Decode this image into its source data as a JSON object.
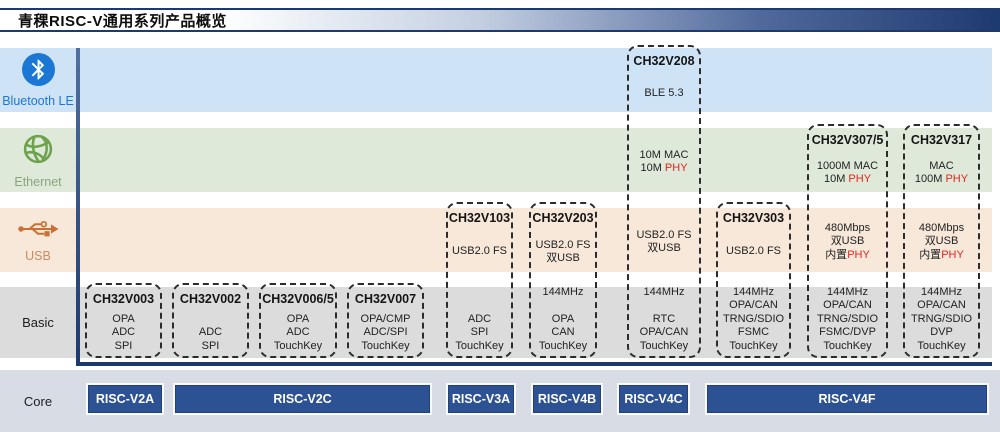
{
  "title": "青稞RISC-V通用系列产品概览",
  "colors": {
    "navy": "#1d3a6e",
    "red": "#e8241d",
    "ble_band": "#cfe3f7",
    "ble_accent": "#1b77d4",
    "eth_band": "#dfe9d9",
    "eth_icon": "#6ca24c",
    "eth_text": "#8ba47e",
    "usb_band": "#f8e8da",
    "usb_icon": "#cb6f35",
    "usb_text": "#c88d62",
    "basic_band": "#dcdcdc",
    "core_band": "#d8dce4",
    "core_bar": "#2d5293"
  },
  "rows": [
    {
      "id": "ble",
      "label": "Bluetooth LE"
    },
    {
      "id": "eth",
      "label": "Ethernet"
    },
    {
      "id": "usb",
      "label": "USB"
    },
    {
      "id": "basic",
      "label": "Basic"
    }
  ],
  "core_label": "Core",
  "columns": [
    {
      "name": "CH32V003",
      "top_band": "basic",
      "features": {
        "basic": [
          "OPA",
          "ADC",
          "SPI"
        ]
      }
    },
    {
      "name": "CH32V002",
      "top_band": "basic",
      "features": {
        "basic": [
          "ADC",
          "SPI"
        ]
      }
    },
    {
      "name": "CH32V006/5",
      "top_band": "basic",
      "features": {
        "basic": [
          "OPA",
          "ADC",
          "TouchKey"
        ]
      }
    },
    {
      "name": "CH32V007",
      "top_band": "basic",
      "features": {
        "basic": [
          "OPA/CMP",
          "ADC/SPI",
          "TouchKey"
        ]
      }
    },
    {
      "name": "CH32V103",
      "top_band": "usb",
      "features": {
        "usb": [
          "USB2.0 FS"
        ],
        "basic": [
          "ADC",
          "SPI",
          "TouchKey"
        ]
      }
    },
    {
      "name": "CH32V203",
      "top_band": "usb",
      "features": {
        "usb": [
          "USB2.0 FS",
          "双USB"
        ],
        "basic": [
          "144MHz",
          "",
          "OPA",
          "CAN",
          "TouchKey"
        ]
      }
    },
    {
      "name": "CH32V208",
      "top_band": "ble",
      "features": {
        "ble": [
          "BLE 5.3"
        ],
        "eth": [
          "10M MAC",
          {
            "pre": "10M ",
            "red": "PHY"
          }
        ],
        "usb": [
          "USB2.0 FS",
          "双USB"
        ],
        "basic": [
          "144MHz",
          "",
          "RTC",
          "OPA/CAN",
          "TouchKey"
        ]
      }
    },
    {
      "name": "CH32V303",
      "top_band": "usb",
      "features": {
        "usb": [
          "USB2.0 FS"
        ],
        "basic": [
          "144MHz",
          "OPA/CAN",
          "TRNG/SDIO",
          "FSMC",
          "TouchKey"
        ]
      }
    },
    {
      "name": "CH32V307/5",
      "top_band": "eth",
      "features": {
        "eth": [
          "1000M MAC",
          {
            "pre": "10M ",
            "red": "PHY"
          }
        ],
        "usb": [
          "480Mbps",
          "双USB",
          {
            "pre": "内置",
            "red": "PHY"
          }
        ],
        "basic": [
          "144MHz",
          "OPA/CAN",
          "TRNG/SDIO",
          "FSMC/DVP",
          "TouchKey"
        ]
      }
    },
    {
      "name": "CH32V317",
      "top_band": "eth",
      "features": {
        "eth": [
          "MAC",
          {
            "pre": "100M ",
            "red": "PHY"
          }
        ],
        "usb": [
          "480Mbps",
          "双USB",
          {
            "pre": "内置",
            "red": "PHY"
          }
        ],
        "basic": [
          "144MHz",
          "OPA/CAN",
          "TRNG/SDIO",
          "DVP",
          "TouchKey"
        ]
      }
    }
  ],
  "core_bars": [
    {
      "label": "RISC-V2A"
    },
    {
      "label": "RISC-V2C"
    },
    {
      "label": "RISC-V3A"
    },
    {
      "label": "RISC-V4B"
    },
    {
      "label": "RISC-V4C"
    },
    {
      "label": "RISC-V4F"
    }
  ]
}
